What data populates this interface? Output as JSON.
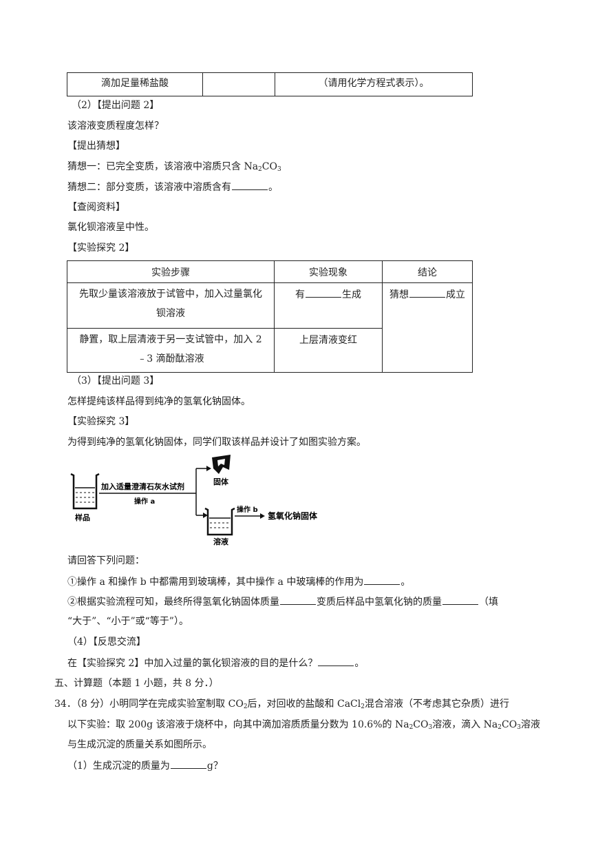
{
  "table1": {
    "col1": "滴加足量稀盐酸",
    "col2": "",
    "col3": "（请用化学方程式表示）。"
  },
  "q2_title": "（2）【提出问题 2】",
  "q2_question": "该溶液变质程度怎样？",
  "hyp_title": "【提出猜想】",
  "hyp1_text": "猜想一：已完全变质，该溶液中溶质只含 Na",
  "hyp1_sub1": "2",
  "hyp1_mid": "CO",
  "hyp1_sub2": "3",
  "hyp2_text": "猜想二：部分变质，该溶液中溶质含有",
  "hyp2_end": "。",
  "ref_title": "【查阅资料】",
  "ref_text": "氯化钡溶液呈中性。",
  "exp2_title": "【实验探究 2】",
  "table2": {
    "headers": [
      "实验步骤",
      "实验现象",
      "结论"
    ],
    "row1_step_a": "先取少量该溶液放于试管中，加入过量氯化",
    "row1_step_b": "钡溶液",
    "row1_obs_pre": "有",
    "row1_obs_post": "生成",
    "conclusion_pre": "猜想",
    "conclusion_post": "成立",
    "row2_step_a": "静置，取上层清液于另一支试管中，加入 2",
    "row2_step_b": "﹣3 滴酚酞溶液",
    "row2_obs": "上层清液变红"
  },
  "q3_title": "（3）【提出问题 3】",
  "q3_question": "怎样提纯该样品得到纯净的氢氧化钠固体。",
  "exp3_title": "【实验探究 3】",
  "exp3_text": "为得到纯净的氢氧化钠固体，同学们取该样品并设计了如图实验方案。",
  "diagram": {
    "reagent": "加入适量澄清石灰水试剂",
    "op_a": "操作 a",
    "sample": "样品",
    "solid": "固体",
    "op_b": "操作 b",
    "solution": "溶液",
    "product": "氢氧化钠固体"
  },
  "answer_prompt": "请回答下列问题：",
  "qa1_text": "①操作 a 和操作 b 中都需用到玻璃棒，其中操作 a 中玻璃棒的作用为",
  "qa1_end": "。",
  "qa2_text": "②根据实验流程可知，最终所得氢氧化钠固体质量",
  "qa2_mid": "变质后样品中氢氧化钠的质量",
  "qa2_end": "（填",
  "qa2_line2": "“大于”、“小于”或“等于”）。",
  "q4_title": "（4）【反思交流】",
  "q4_text": "在【实验探究 2】中加入过量的氯化钡溶液的目的是什么？",
  "q4_end": "。",
  "sec5_title": "五、计算题（本题 1 小题，共 8 分．）",
  "q34_l1a": "34．（8 分）小明同学在完成实验室制取 CO",
  "q34_l1sub": "2",
  "q34_l1b": "后，对回收的盐酸和 CaCl",
  "q34_l1sub2": "2",
  "q34_l1c": "混合溶液（不考虑其它杂质）进行",
  "q34_l2a": "以下实验：取 200g 该溶液于烧杯中，向其中滴加溶质质量分数为 10.6%的 Na",
  "q34_l2sub1": "2",
  "q34_l2b": "CO",
  "q34_l2sub2": "3",
  "q34_l2c": "溶液，滴入 Na",
  "q34_l2sub3": "2",
  "q34_l2d": "CO",
  "q34_l2sub4": "3",
  "q34_l2e": "溶液",
  "q34_l3": "与生成沉淀的质量关系如图所示。",
  "q34_sub1": "（1）生成沉淀的质量为",
  "q34_sub1_end": "g？"
}
